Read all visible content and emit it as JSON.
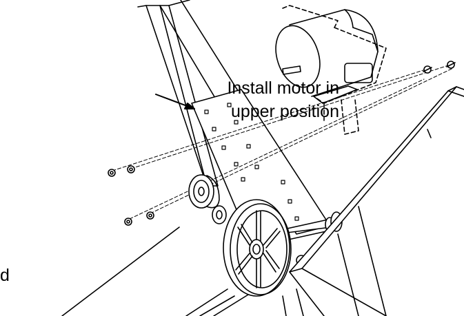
{
  "callout": {
    "line1": "Install motor in",
    "line2": "upper position"
  },
  "edge_fragment": "d",
  "colors": {
    "ink": "#000000",
    "paper": "#ffffff"
  }
}
